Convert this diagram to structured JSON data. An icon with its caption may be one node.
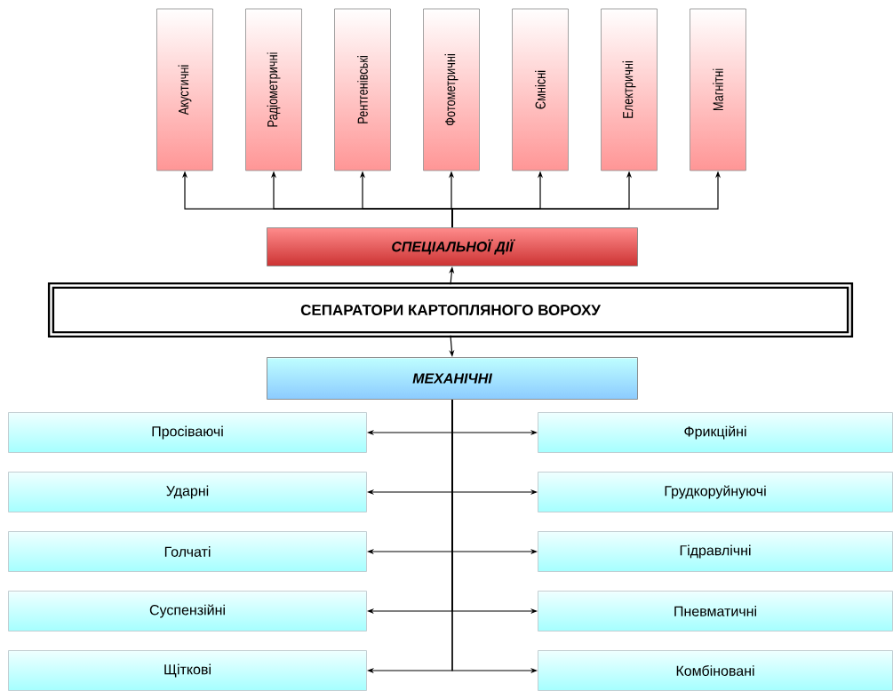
{
  "diagram": {
    "nodes": [
      {
        "text": [
          "Акустичні"
        ]
      },
      {
        "text": [
          "Радіометричні"
        ]
      },
      {
        "text": [
          "Рентгенівські"
        ]
      },
      {
        "text": [
          "Фотометричні"
        ]
      },
      {
        "text": [
          "Ємнісні"
        ]
      },
      {
        "text": [
          "Електричні"
        ]
      },
      {
        "text": [
          "Магнітні"
        ]
      },
      {
        "text": [
          "СПЕЦІАЛЬНОЇ ДІЇ"
        ]
      },
      {
        "text": [
          "СЕПАРАТОРИ КАРТОПЛЯНОГО ВОРОХУ"
        ]
      },
      {
        "text": [
          "МЕХАНІЧНІ"
        ]
      },
      {
        "text": [
          "Просіваючі"
        ]
      },
      {
        "text": [
          "Фрикційні"
        ]
      },
      {
        "text": [
          "Ударні"
        ]
      },
      {
        "text": [
          "Грудкоруйнуючі"
        ]
      },
      {
        "text": [
          "Голчаті"
        ]
      },
      {
        "text": [
          "Гідравлічні"
        ]
      },
      {
        "text": [
          "Суспензійні"
        ]
      },
      {
        "text": [
          "Пневматичні"
        ]
      },
      {
        "text": [
          "Щіткові"
        ]
      },
      {
        "text": [
          "Комбіновані"
        ]
      }
    ],
    "edges": [
      {
        "from": 7,
        "to": 0,
        "arrow": "to"
      },
      {
        "from": 7,
        "to": 1,
        "arrow": "to"
      },
      {
        "from": 7,
        "to": 2,
        "arrow": "to"
      },
      {
        "from": 7,
        "to": 3,
        "arrow": "to"
      },
      {
        "from": 7,
        "to": 4,
        "arrow": "to"
      },
      {
        "from": 7,
        "to": 5,
        "arrow": "to"
      },
      {
        "from": 7,
        "to": 6,
        "arrow": "to"
      },
      {
        "from": 8,
        "to": 7,
        "arrow": "to"
      },
      {
        "from": 8,
        "to": 9,
        "arrow": "to"
      },
      {
        "from": 9,
        "to": 10,
        "arrow": "to"
      },
      {
        "from": 9,
        "to": 11,
        "arrow": "to"
      },
      {
        "from": 9,
        "to": 12,
        "arrow": "to"
      },
      {
        "from": 9,
        "to": 13,
        "arrow": "to"
      },
      {
        "from": 9,
        "to": 14,
        "arrow": "to"
      },
      {
        "from": 9,
        "to": 15,
        "arrow": "to"
      },
      {
        "from": 9,
        "to": 16,
        "arrow": "to"
      },
      {
        "from": 9,
        "to": 17,
        "arrow": "to"
      },
      {
        "from": 9,
        "to": 18,
        "arrow": "to"
      },
      {
        "from": 9,
        "to": 19,
        "arrow": "to"
      }
    ]
  }
}
